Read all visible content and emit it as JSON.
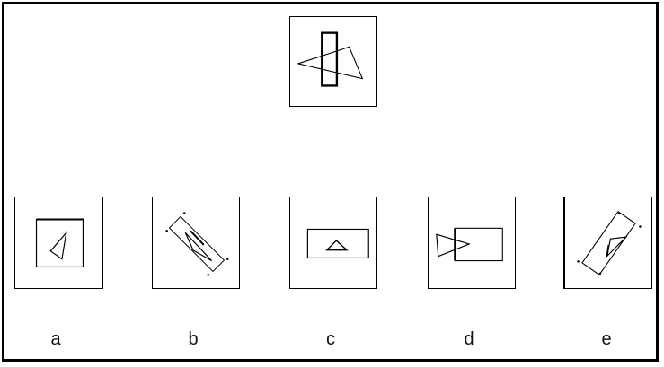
{
  "puzzle": {
    "options": [
      {
        "label": "a"
      },
      {
        "label": "b"
      },
      {
        "label": "c"
      },
      {
        "label": "d"
      },
      {
        "label": "e"
      }
    ]
  }
}
